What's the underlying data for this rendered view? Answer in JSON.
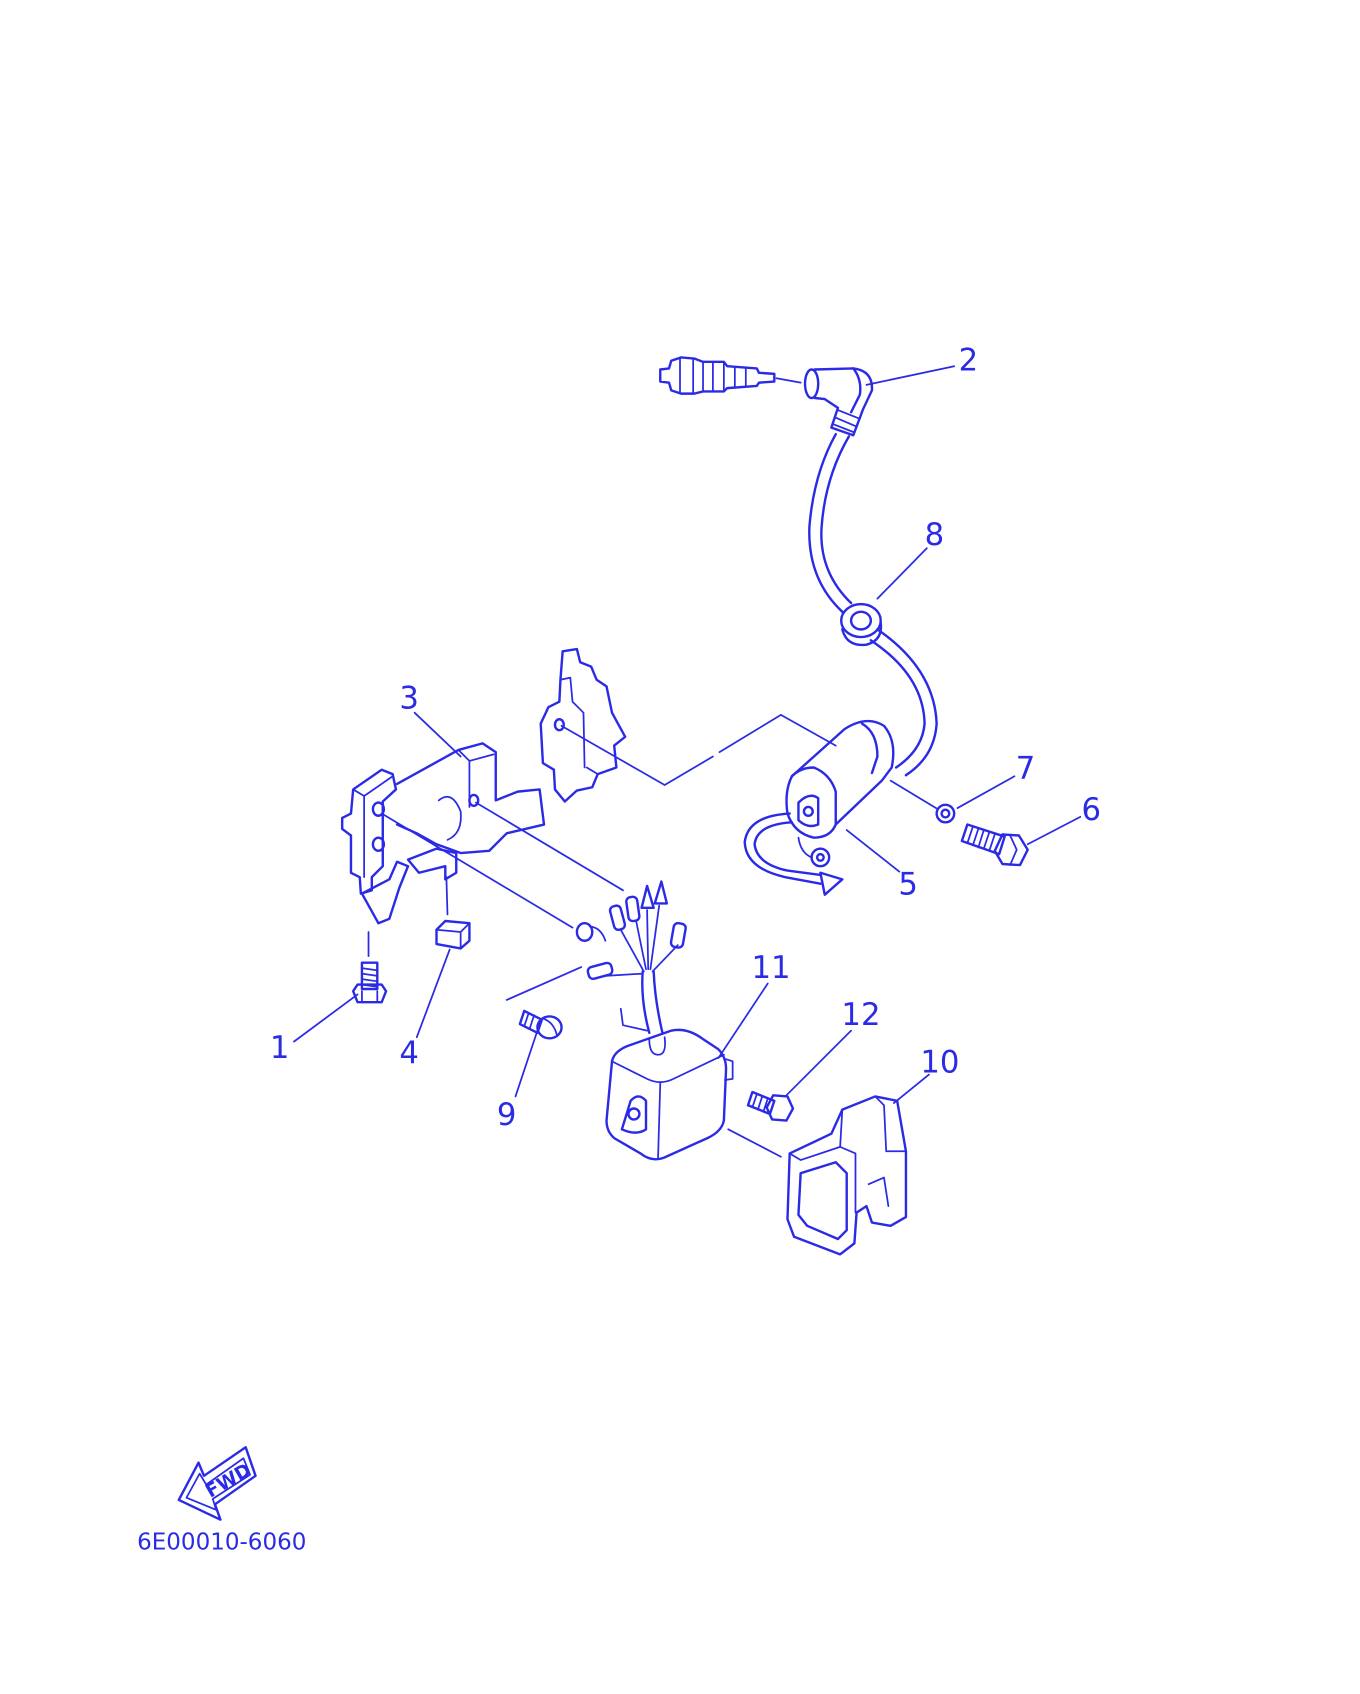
{
  "diagram": {
    "callouts": [
      "1",
      "2",
      "3",
      "4",
      "5",
      "6",
      "7",
      "8",
      "9",
      "10",
      "11",
      "12"
    ],
    "fwd_label": "FWD",
    "drawing_code": "6E00010-6060"
  },
  "colors": {
    "ink": "#2b2be6",
    "background": "#ffffff"
  }
}
